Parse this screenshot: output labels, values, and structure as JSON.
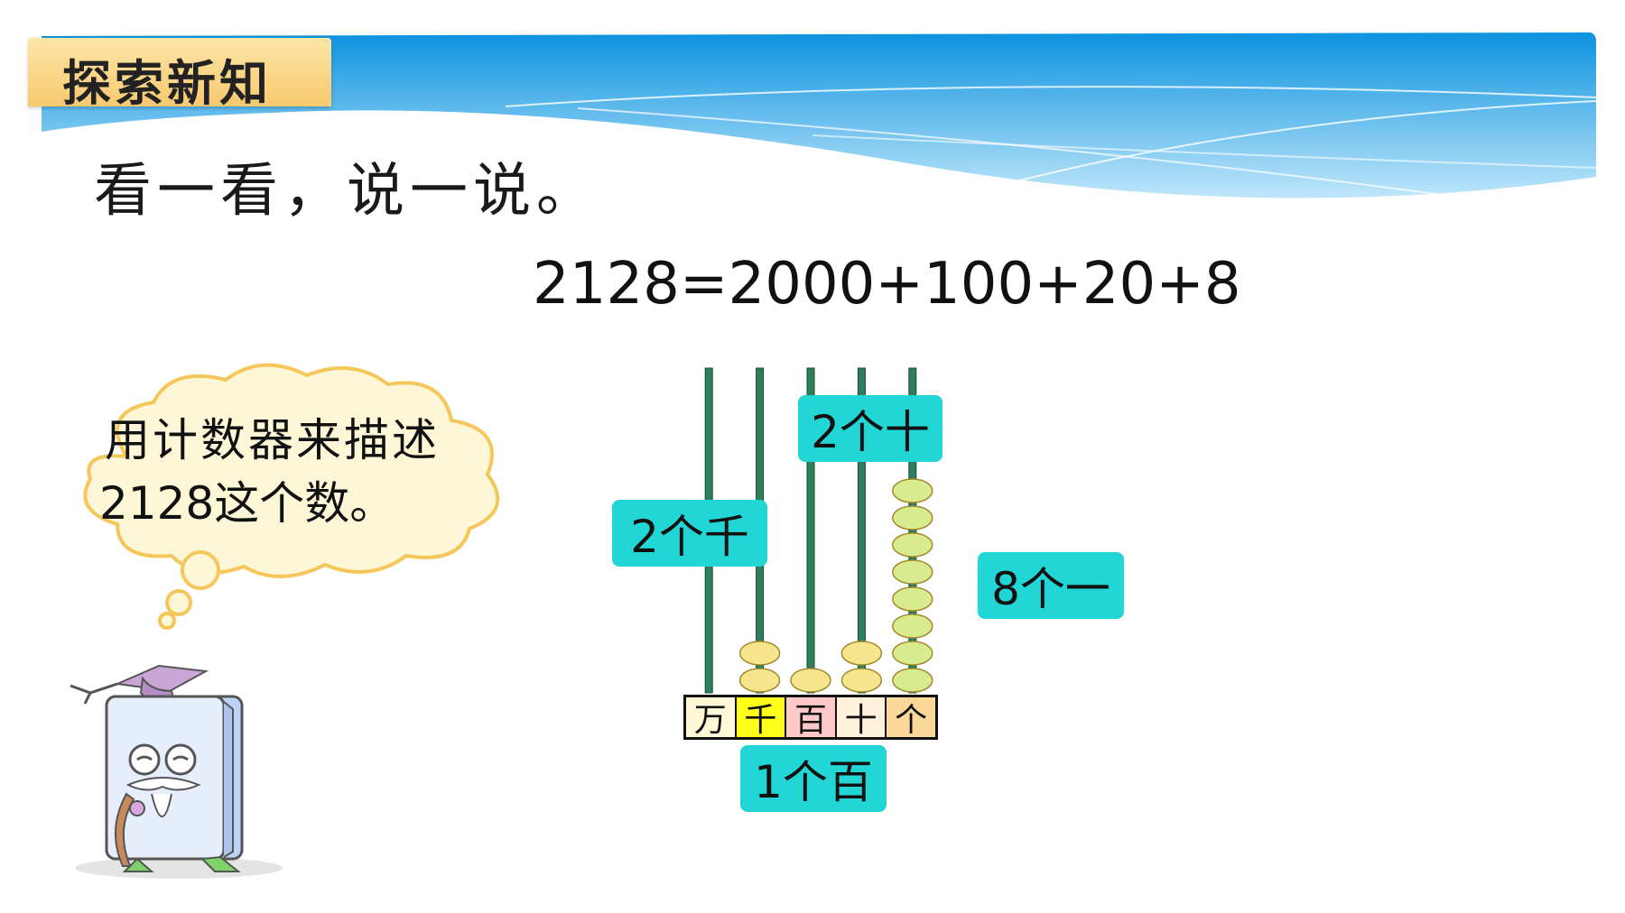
{
  "header": {
    "section_title": "探索新知",
    "banner_icon": "blue-wave-banner",
    "colors": {
      "banner_top": "#0c93e0",
      "banner_bottom": "#bfe6fa",
      "tab": "#f8c970"
    }
  },
  "instruction": "看一看，说一说。",
  "equation": "2128=2000+100+20+8",
  "speech_bubble": {
    "line1": "用计数器来描述",
    "line2": "2128这个数。",
    "color": "#fdf7d7",
    "outline": "#f5c75a"
  },
  "abacus": {
    "places": [
      "万",
      "千",
      "百",
      "十",
      "个"
    ],
    "place_colors": [
      "#fff7d6",
      "#ffff1a",
      "#ffc9c9",
      "#fff1dc",
      "#f9d89a"
    ],
    "bead_counts": [
      0,
      2,
      1,
      2,
      8
    ],
    "bead_colors": [
      "#f6e58d",
      "#f6e58d",
      "#f6e58d",
      "#f6e58d",
      "#d8ec8f"
    ],
    "labels": {
      "thousands": "2个千",
      "hundreds": "1个百",
      "tens": "2个十",
      "ones": "8个一"
    },
    "label_color": "#22d6d6"
  },
  "mascot": {
    "icon": "book-professor-mascot"
  }
}
